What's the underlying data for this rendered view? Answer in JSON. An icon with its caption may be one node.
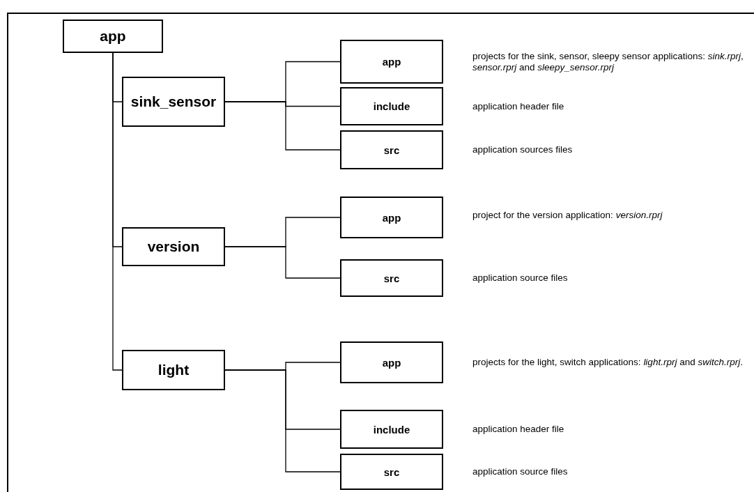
{
  "diagram": {
    "nodes": [
      {
        "text": [
          "app"
        ]
      },
      {
        "text": [
          "sink_sensor"
        ]
      },
      {
        "text": [
          "app"
        ],
        "beside": [
          "projects for the sink, sensor, sleepy sensor applications: *sink.rprj*, *sensor.rprj* and *sleepy_sensor.rprj*"
        ]
      },
      {
        "text": [
          "include"
        ],
        "beside": [
          "application header file"
        ]
      },
      {
        "text": [
          "src"
        ],
        "beside": [
          "application sources files"
        ]
      },
      {
        "text": [
          "version"
        ]
      },
      {
        "text": [
          "app"
        ],
        "beside": [
          "project for the version application: *version.rprj*"
        ]
      },
      {
        "text": [
          "src"
        ],
        "beside": [
          "application source files"
        ]
      },
      {
        "text": [
          "light"
        ]
      },
      {
        "text": [
          "app"
        ],
        "beside": [
          "projects for the light, switch applications: *light.rprj* and *switch.rprj*."
        ]
      },
      {
        "text": [
          "include"
        ],
        "beside": [
          "application header file"
        ]
      },
      {
        "text": [
          "src"
        ],
        "beside": [
          "application source files"
        ]
      }
    ],
    "edges": [
      {
        "from": 0,
        "to": 1,
        "arrow": "none"
      },
      {
        "from": 0,
        "to": 5,
        "arrow": "none"
      },
      {
        "from": 0,
        "to": 8,
        "arrow": "none"
      },
      {
        "from": 1,
        "to": 2,
        "arrow": "none"
      },
      {
        "from": 1,
        "to": 3,
        "arrow": "none"
      },
      {
        "from": 1,
        "to": 4,
        "arrow": "none"
      },
      {
        "from": 5,
        "to": 6,
        "arrow": "none"
      },
      {
        "from": 5,
        "to": 7,
        "arrow": "none"
      },
      {
        "from": 8,
        "to": 9,
        "arrow": "none"
      },
      {
        "from": 8,
        "to": 10,
        "arrow": "none"
      },
      {
        "from": 8,
        "to": 11,
        "arrow": "none"
      }
    ]
  }
}
